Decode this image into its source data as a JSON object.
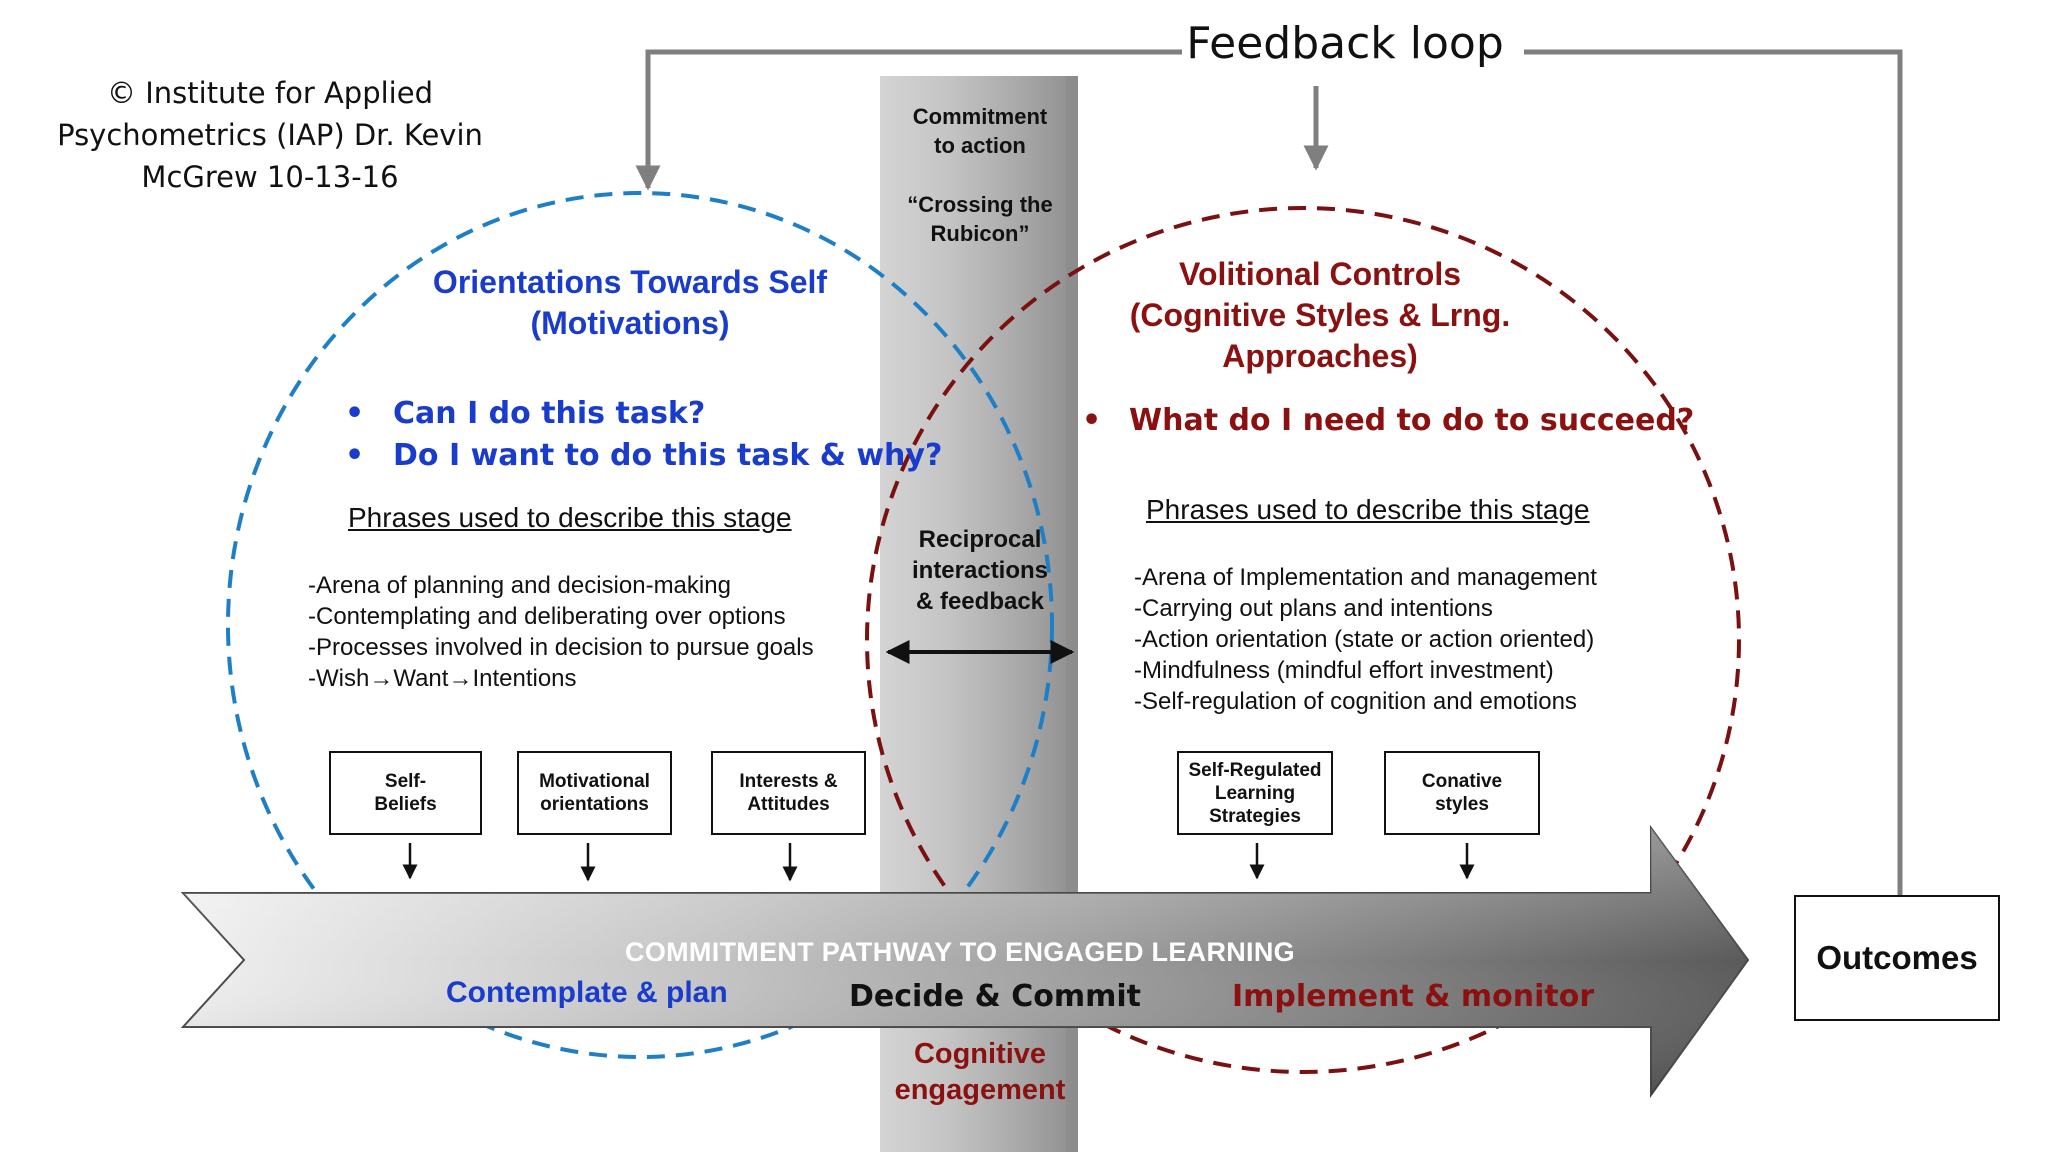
{
  "copyright": {
    "lines": [
      "© Institute for Applied",
      "Psychometrics (IAP) Dr. Kevin",
      "McGrew   10-13-16"
    ]
  },
  "feedback_loop": {
    "label": "Feedback loop"
  },
  "center_band": {
    "commitment_lines": [
      "Commitment",
      "to action"
    ],
    "rubicon_lines": [
      "“Crossing the",
      "Rubicon”"
    ],
    "reciprocal_lines": [
      "Reciprocal",
      "interactions",
      "& feedback"
    ],
    "cognitive_lines": [
      "Cognitive",
      "engagement"
    ]
  },
  "left_circle": {
    "title_lines": [
      "Orientations Towards Self",
      "(Motivations)"
    ],
    "bullets": [
      "Can I do this task?",
      "Do I want to do this task & why?"
    ],
    "phrases_heading": "Phrases used to describe this stage",
    "phrases": [
      "-Arena of planning and decision-making",
      "-Contemplating and deliberating over options",
      "-Processes involved in decision to pursue goals",
      "-Wish→Want→Intentions"
    ],
    "boxes": [
      {
        "label": "Self-\nBeliefs"
      },
      {
        "label": "Motivational\norientations"
      },
      {
        "label": "Interests &\nAttitudes"
      }
    ]
  },
  "right_circle": {
    "title_lines": [
      "Volitional Controls",
      "(Cognitive Styles & Lrng.",
      "Approaches)"
    ],
    "bullets": [
      "What do I need to do to succeed?"
    ],
    "phrases_heading": "Phrases used to describe this stage",
    "phrases": [
      "-Arena of Implementation and management",
      "-Carrying out plans and intentions",
      "-Action orientation (state or action oriented)",
      "-Mindfulness (mindful effort investment)",
      "-Self-regulation of cognition and emotions"
    ],
    "boxes": [
      {
        "label": "Self-Regulated\nLearning\nStrategies"
      },
      {
        "label": "Conative\nstyles"
      }
    ]
  },
  "pathway": {
    "title": "COMMITMENT PATHWAY TO ENGAGED LEARNING",
    "stages": [
      "Contemplate & plan",
      "Decide & Commit",
      "Implement & monitor"
    ]
  },
  "outcomes": {
    "label": "Outcomes"
  },
  "colors": {
    "blue": "#1a3ccc",
    "blue_dash": "#1e7fc6",
    "red": "#8b1010",
    "red_dash": "#7a1010",
    "grey_line": "#7f7f7f"
  }
}
